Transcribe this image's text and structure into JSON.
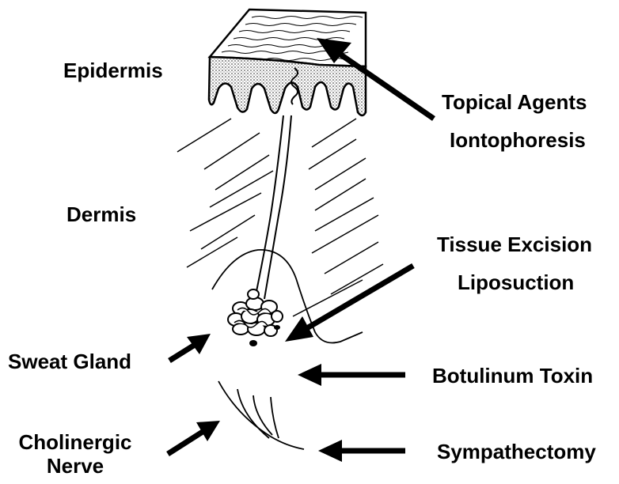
{
  "colors": {
    "ink": "#000000",
    "background": "#ffffff",
    "epidermis_fill": "#d4d4d4"
  },
  "labels": {
    "epidermis": "Epidermis",
    "dermis": "Dermis",
    "sweat_gland": "Sweat Gland",
    "cholinergic_nerve_line1": "Cholinergic",
    "cholinergic_nerve_line2": "Nerve",
    "topical_agents": "Topical Agents",
    "iontophoresis": "Iontophoresis",
    "tissue_excision": "Tissue Excision",
    "liposuction": "Liposuction",
    "botulinum_toxin": "Botulinum Toxin",
    "sympathectomy": "Sympathectomy"
  }
}
